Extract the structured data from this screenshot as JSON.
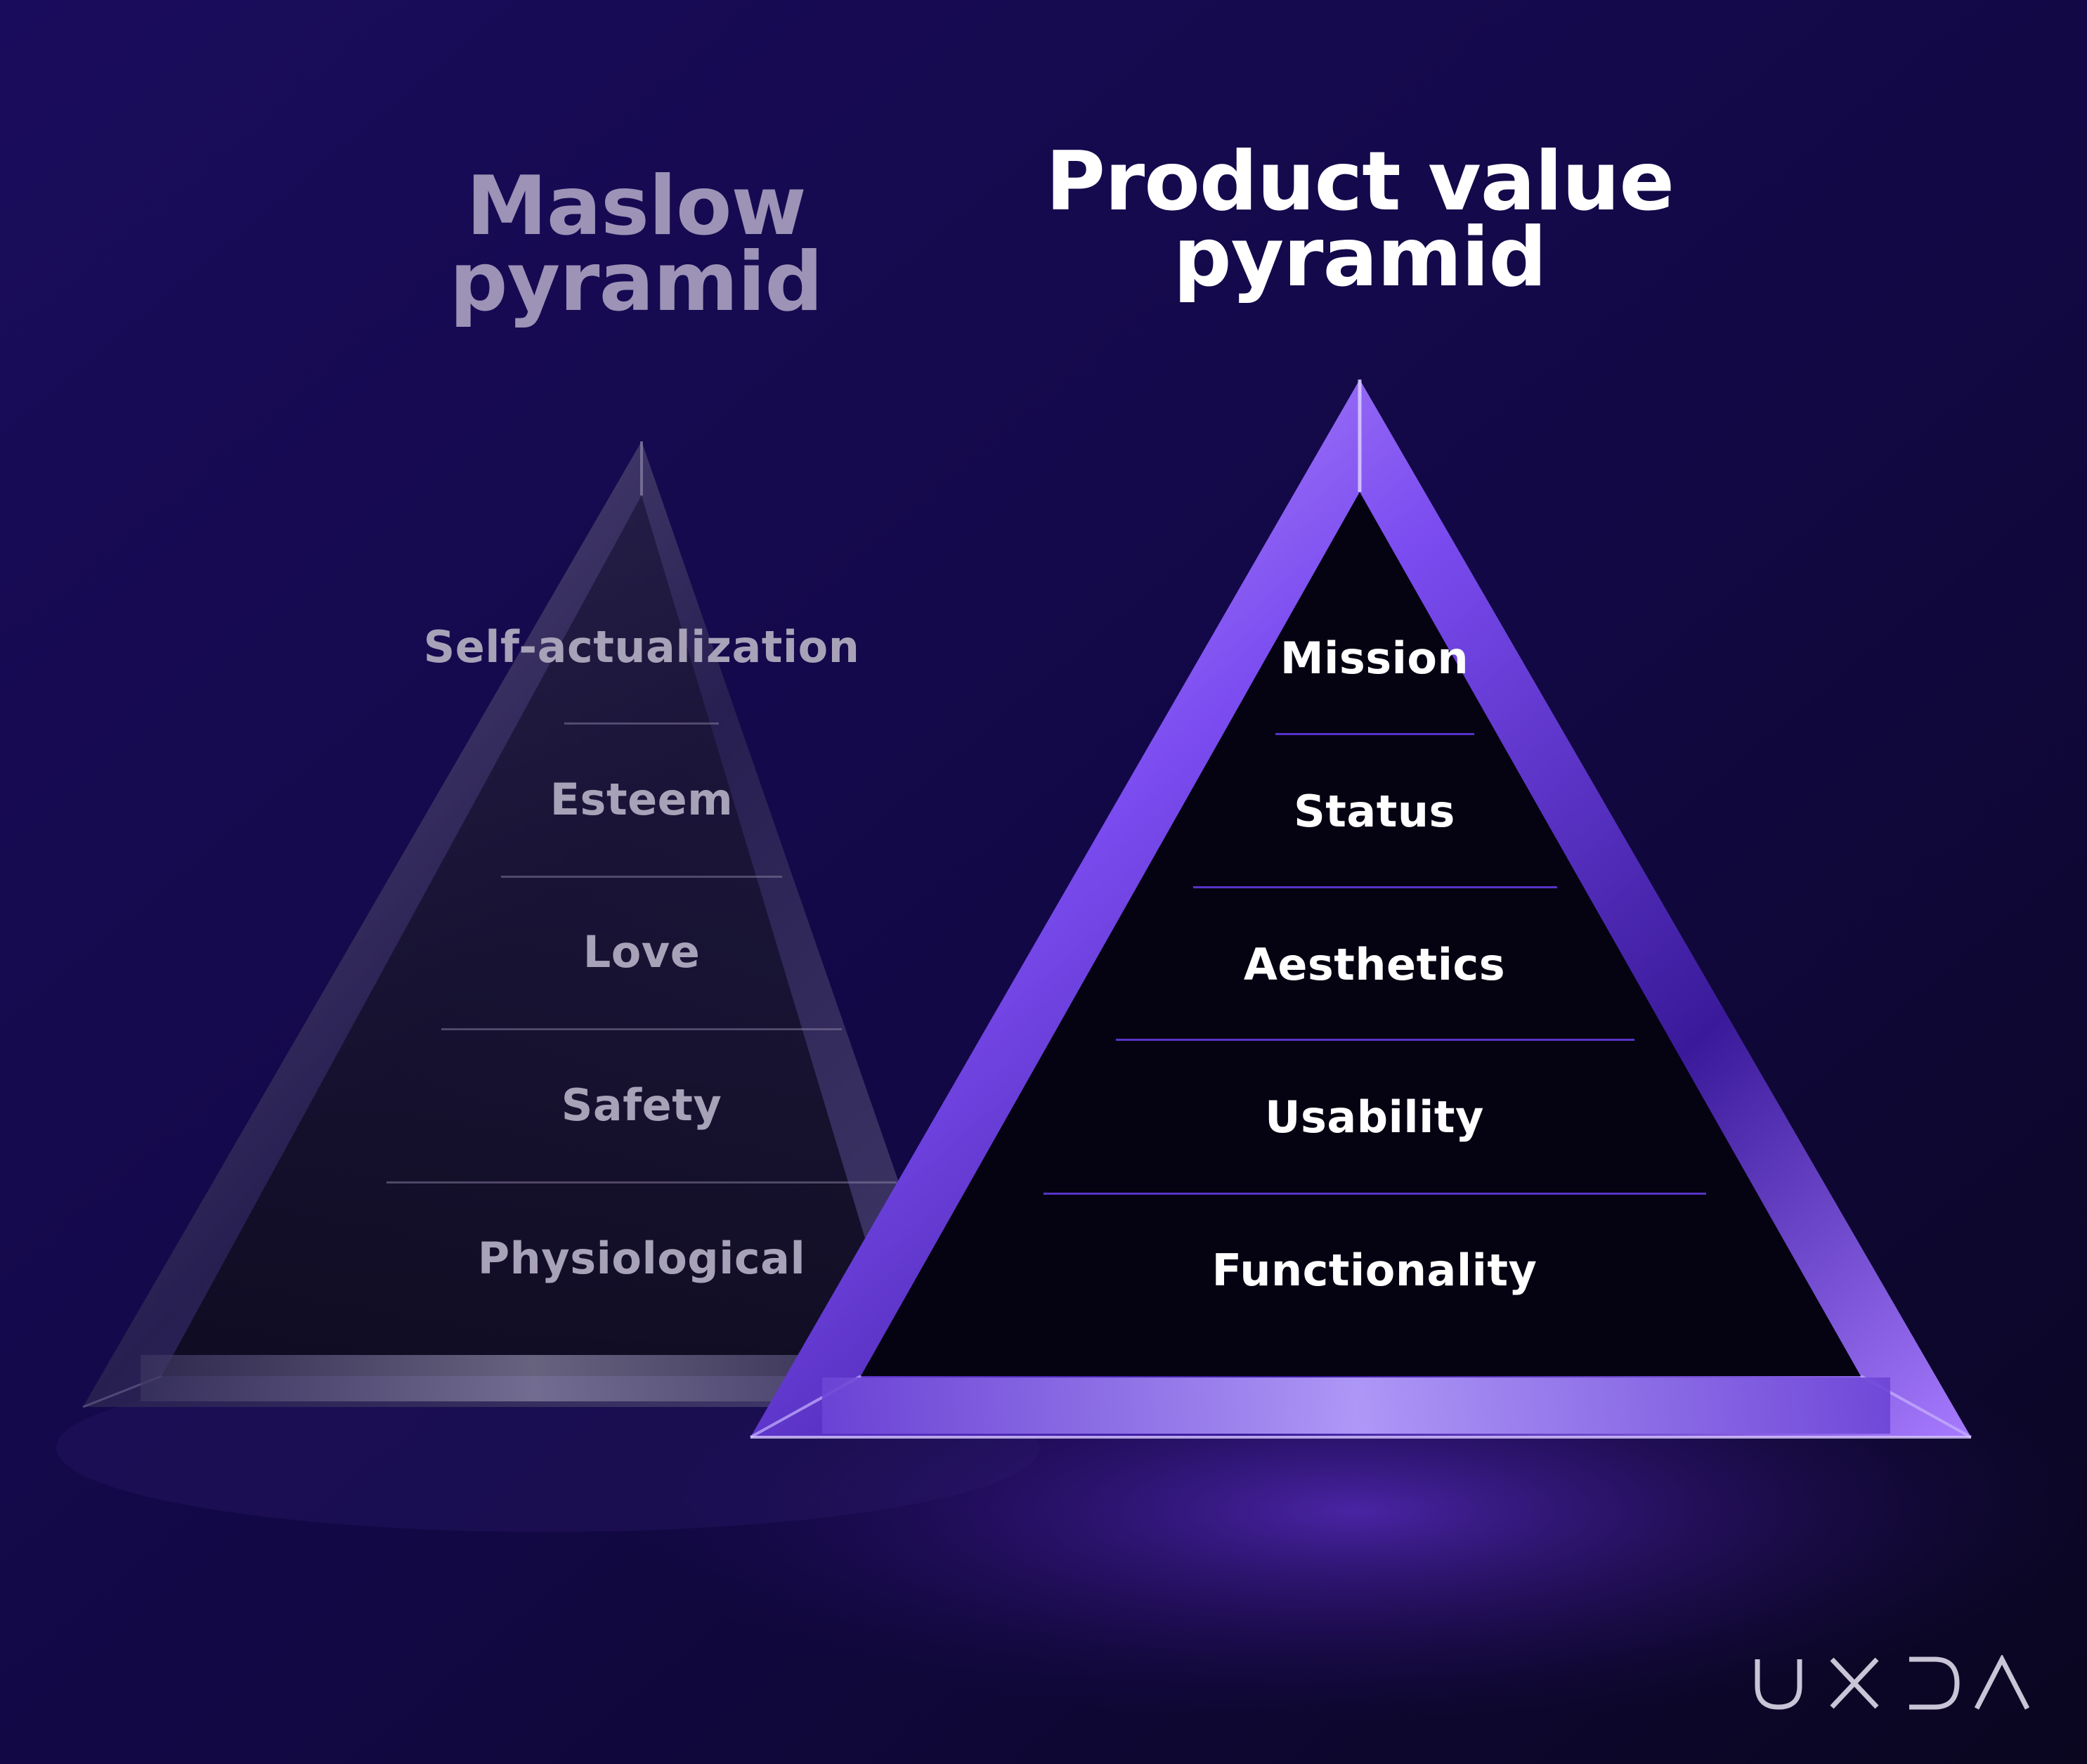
{
  "diagram": {
    "left_pyramid": {
      "title_lines": [
        "Maslow",
        "pyramid"
      ],
      "levels": [
        "Self-actualization",
        "Esteem",
        "Love",
        "Safety",
        "Physiological"
      ]
    },
    "right_pyramid": {
      "title_lines": [
        "Product value",
        "pyramid"
      ],
      "levels": [
        "Mission",
        "Status",
        "Aesthetics",
        "Usability",
        "Functionality"
      ]
    },
    "brand": "UXDA"
  },
  "colors": {
    "background_top": "#150a4d",
    "background_bottom": "#0b0722",
    "left_title": "#9c93b6",
    "left_levels": "#a8a2b8",
    "right_title": "#ffffff",
    "right_levels": "#ffffff",
    "right_separators": "#5733c8",
    "glass_glow": "#8a5cff",
    "logo": "#c9c4d6"
  }
}
